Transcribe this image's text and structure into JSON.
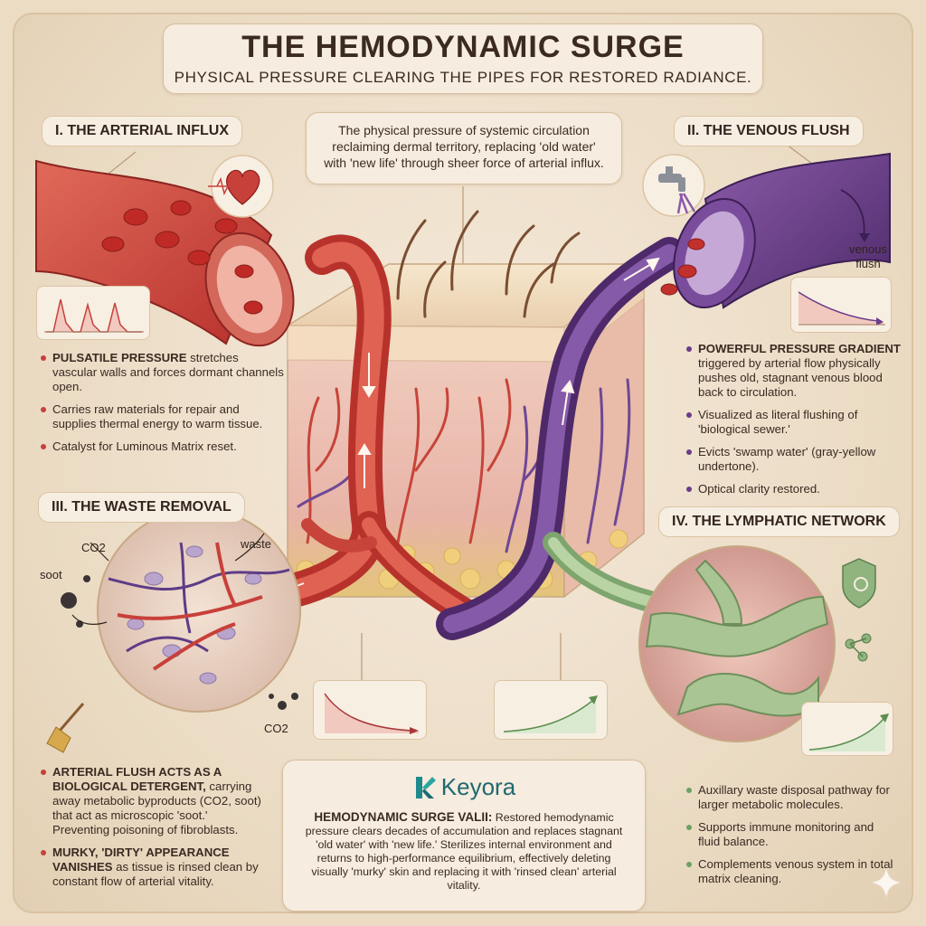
{
  "title": "THE HEMODYNAMIC SURGE",
  "subtitle": "PHYSICAL PRESSURE CLEARING THE PIPES FOR RESTORED RADIANCE.",
  "intro": "The physical pressure of systemic circulation reclaiming dermal territory, replacing 'old water' with 'new life' through sheer force of arterial influx.",
  "sections": {
    "arterial": {
      "title": "I. THE ARTERIAL INFLUX",
      "bullets": [
        {
          "bold": "PULSATILE PRESSURE",
          "text": " stretches vascular walls and forces dormant channels open."
        },
        {
          "bold": "",
          "text": "Carries raw materials for repair and supplies thermal energy to warm tissue."
        },
        {
          "bold": "",
          "text": "Catalyst for Luminous Matrix reset."
        }
      ]
    },
    "venous": {
      "title": "II. THE VENOUS FLUSH",
      "label": "venous flush",
      "bullets": [
        {
          "bold": "POWERFUL PRESSURE GRADIENT",
          "text": " triggered by arterial flow physically pushes old, stagnant venous blood back to circulation."
        },
        {
          "bold": "",
          "text": "Visualized as literal flushing of 'biological sewer.'"
        },
        {
          "bold": "",
          "text": "Evicts 'swamp water' (gray-yellow undertone)."
        },
        {
          "bold": "",
          "text": "Optical clarity restored."
        }
      ]
    },
    "waste": {
      "title": "III. THE WASTE REMOVAL",
      "labels": {
        "co2_top": "CO2",
        "soot": "soot",
        "waste": "waste",
        "co2_bottom": "CO2"
      },
      "bullets": [
        {
          "bold": "ARTERIAL FLUSH ACTS AS A BIOLOGICAL DETERGENT,",
          "text": " carrying away metabolic byproducts (CO2, soot) that act as microscopic 'soot.' Preventing poisoning of fibroblasts."
        },
        {
          "bold": "MURKY, 'DIRTY' APPEARANCE VANISHES",
          "text": " as tissue is rinsed clean by constant flow of arterial vitality."
        }
      ]
    },
    "lymphatic": {
      "title": "IV. THE LYMPHATIC NETWORK",
      "bullets": [
        {
          "bold": "",
          "text": "Auxillary waste disposal pathway for larger metabolic molecules."
        },
        {
          "bold": "",
          "text": "Supports immune monitoring and fluid balance."
        },
        {
          "bold": "",
          "text": "Complements venous system in total matrix cleaning."
        }
      ]
    }
  },
  "brand": {
    "name": "Keyora",
    "color": "#1e6a70"
  },
  "summary": {
    "heading": "HEMODYNAMIC SURGE VALII:",
    "text": " Restored hemodynamic pressure clears decades of accumulation and replaces stagnant 'old water' with 'new life.' Sterilizes internal environment and returns to high-performance equilibrium, effectively deleting visually 'murky' skin and replacing it with 'rinsed clean' arterial vitality."
  },
  "colors": {
    "arterial": "#c8403a",
    "venous": "#6a3c8a",
    "lymph": "#8fb47e",
    "skin": "#f1ddc0",
    "background": "#ecdcc4"
  },
  "icons": [
    "heart-icon",
    "faucet-icon",
    "shield-icon",
    "molecule-icon",
    "broom-icon",
    "sparkle-icon"
  ]
}
